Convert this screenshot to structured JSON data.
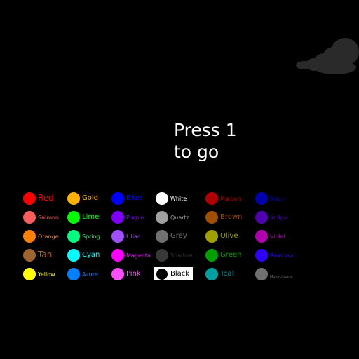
{
  "prompt": {
    "line1": "Press 1",
    "line2": "to go"
  },
  "colors": {
    "background": "#000000",
    "cloud": "#2a2a2a",
    "prompt_text": "#ffffff",
    "selected_highlight": "#ffffff"
  },
  "decor": {
    "cloud_icon": "cloud-icon"
  },
  "palette": {
    "selected": "Black",
    "columns": [
      [
        {
          "name": "Red",
          "color": "#ff0000"
        },
        {
          "name": "Salmon",
          "color": "#ff5c5c"
        },
        {
          "name": "Orange",
          "color": "#ff7f00"
        },
        {
          "name": "Tan",
          "color": "#a0642f"
        },
        {
          "name": "Yellow",
          "color": "#ffff00"
        }
      ],
      [
        {
          "name": "Gold",
          "color": "#ffb300"
        },
        {
          "name": "Lime",
          "color": "#00ff00"
        },
        {
          "name": "Spring",
          "color": "#00ff80"
        },
        {
          "name": "Cyan",
          "color": "#00ffff"
        },
        {
          "name": "Azure",
          "color": "#0080ff"
        }
      ],
      [
        {
          "name": "Blue",
          "color": "#0000ff"
        },
        {
          "name": "Purple",
          "color": "#8000ff"
        },
        {
          "name": "Liliac",
          "color": "#a050ff"
        },
        {
          "name": "Magenta",
          "color": "#ff00ff"
        },
        {
          "name": "Pink",
          "color": "#ff50ff"
        }
      ],
      [
        {
          "name": "White",
          "color": "#ffffff"
        },
        {
          "name": "Quartz",
          "color": "#a0a0a0"
        },
        {
          "name": "Grey",
          "color": "#707070"
        },
        {
          "name": "Shadow",
          "color": "#383838"
        },
        {
          "name": "Black",
          "color": "#000000"
        }
      ],
      [
        {
          "name": "Maroon",
          "color": "#b00000"
        },
        {
          "name": "Brown",
          "color": "#a04e00"
        },
        {
          "name": "Olive",
          "color": "#a0a000"
        },
        {
          "name": "Green",
          "color": "#00a000"
        },
        {
          "name": "Teal",
          "color": "#00a0a0"
        }
      ],
      [
        {
          "name": "Navy",
          "color": "#0000b0"
        },
        {
          "name": "Indigo",
          "color": "#5000b0"
        },
        {
          "name": "Violet",
          "color": "#b000b0"
        },
        {
          "name": "Rainbow",
          "color": "#3000ff"
        },
        {
          "name": "Monochrome",
          "color": "#707070"
        }
      ]
    ]
  }
}
